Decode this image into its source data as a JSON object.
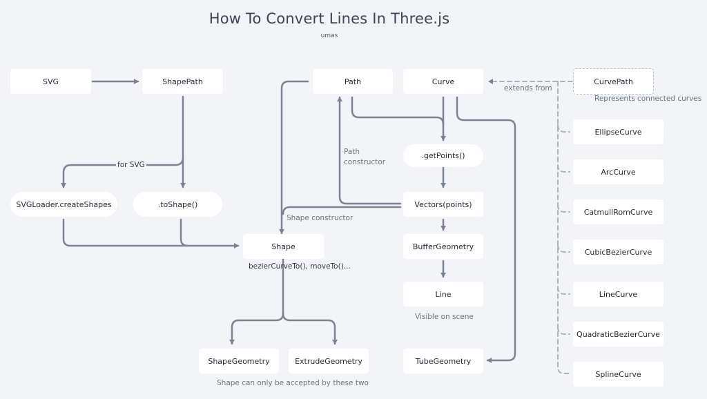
{
  "title": "How To Convert Lines In Three.js",
  "subtitle": "umas",
  "nodes": {
    "svg": "SVG",
    "shapepath": "ShapePath",
    "path": "Path",
    "curve": "Curve",
    "curvepath": "CurvePath",
    "getpoints": ".getPoints()",
    "svgloader": "SVGLoader.createShapes",
    "toshape": ".toShape()",
    "vectors": "Vectors(points)",
    "shape": "Shape",
    "buffergeometry": "BufferGeometry",
    "line": "Line",
    "shapegeometry": "ShapeGeometry",
    "extrudegeometry": "ExtrudeGeometry",
    "tubegeometry": "TubeGeometry",
    "curves": [
      "EllipseCurve",
      "ArcCurve",
      "CatmullRomCurve",
      "CubicBezierCurve",
      "LineCurve",
      "QuadraticBezierCurve",
      "SplineCurve"
    ]
  },
  "labels": {
    "extends_from": "extends from",
    "represents": "Represents connected curves",
    "for_svg": "for SVG",
    "path_constructor_1": "Path",
    "path_constructor_2": "constructor",
    "shape_constructor": "Shape constructor",
    "shape_methods": "bezierCurveTo(), moveTo()...",
    "visible_on_scene": "Visible on scene",
    "shape_accepted": "Shape can only be accepted by these two"
  },
  "colors": {
    "background": "#f2f4f7",
    "node": "#ffffff",
    "connector": "#7a8391",
    "dashed": "#a9b2be"
  }
}
